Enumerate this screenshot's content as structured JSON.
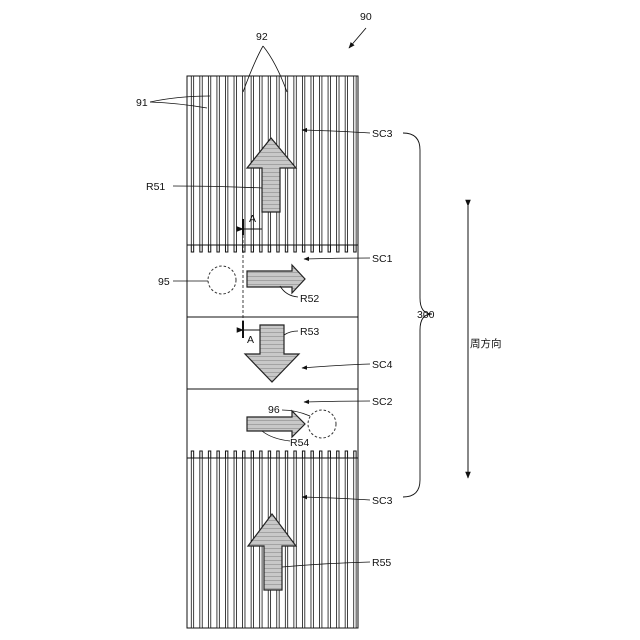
{
  "labels": {
    "device": "90",
    "grooves": "92",
    "ribs": "91",
    "sc3_top": "SC3",
    "sc1": "SC1",
    "sc4": "SC4",
    "sc2": "SC2",
    "sc3_bottom": "SC3",
    "r51": "R51",
    "r52": "R52",
    "r53": "R53",
    "r54": "R54",
    "r55": "R55",
    "item95": "95",
    "item96": "96",
    "section_a_top": "A",
    "section_a_bottom": "A",
    "group300": "300",
    "direction": "周方向"
  },
  "colors": {
    "line": "#111111",
    "arrow_fill": "#c8c8c8"
  }
}
